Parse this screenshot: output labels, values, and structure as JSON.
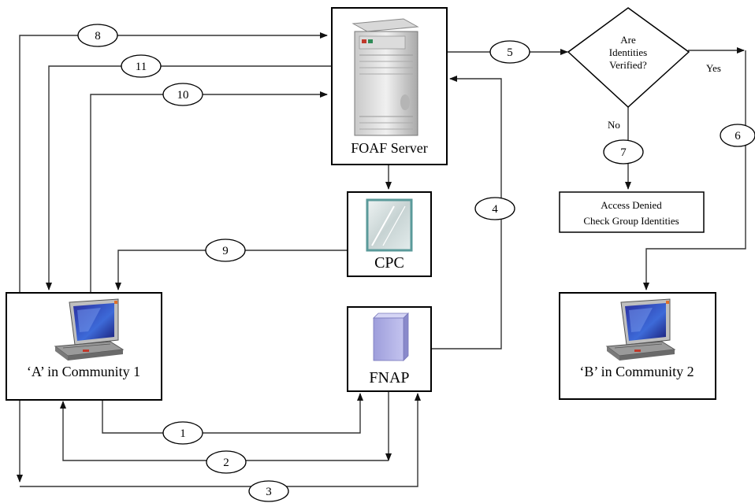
{
  "nodes": {
    "foaf_server": "FOAF Server",
    "cpc": "CPC",
    "fnap": "FNAP",
    "community_a": "‘A’ in Community 1",
    "community_b": "‘B’ in Community 2",
    "decision_line1": "Are",
    "decision_line2": "Identities",
    "decision_line3": "Verified?",
    "denied_line1": "Access Denied",
    "denied_line2": "Check Group Identities"
  },
  "branches": {
    "yes": "Yes",
    "no": "No"
  },
  "steps": [
    "1",
    "2",
    "3",
    "4",
    "5",
    "6",
    "7",
    "8",
    "9",
    "10",
    "11"
  ]
}
